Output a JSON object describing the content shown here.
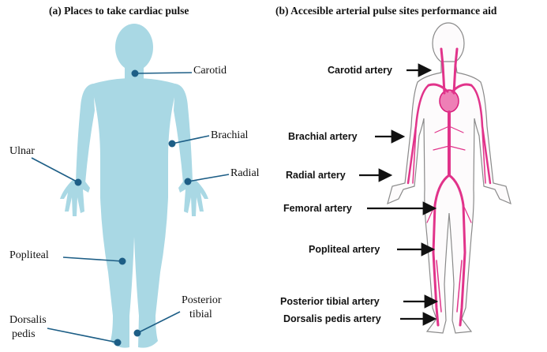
{
  "panel_a": {
    "title": "(a) Places to take cardiac pulse",
    "labels": {
      "carotid": "Carotid",
      "brachial": "Brachial",
      "ulnar": "Ulnar",
      "radial": "Radial",
      "popliteal": "Popliteal",
      "posterior_tibial_1": "Posterior",
      "posterior_tibial_2": "tibial",
      "dorsalis_pedis_1": "Dorsalis",
      "dorsalis_pedis_2": "pedis"
    }
  },
  "panel_b": {
    "title": "(b) Accesible arterial pulse sites performance aid",
    "labels": {
      "carotid": "Carotid artery",
      "brachial": "Brachial artery",
      "radial": "Radial artery",
      "femoral": "Femoral artery",
      "popliteal": "Popliteal artery",
      "posterior_tibial": "Posterior tibial artery",
      "dorsalis_pedis": "Dorsalis pedis artery"
    }
  },
  "colors": {
    "silhouette": "#a9d8e4",
    "pointer": "#1d5e86",
    "artery": "#e1338a",
    "outline": "#8a8a8a"
  }
}
